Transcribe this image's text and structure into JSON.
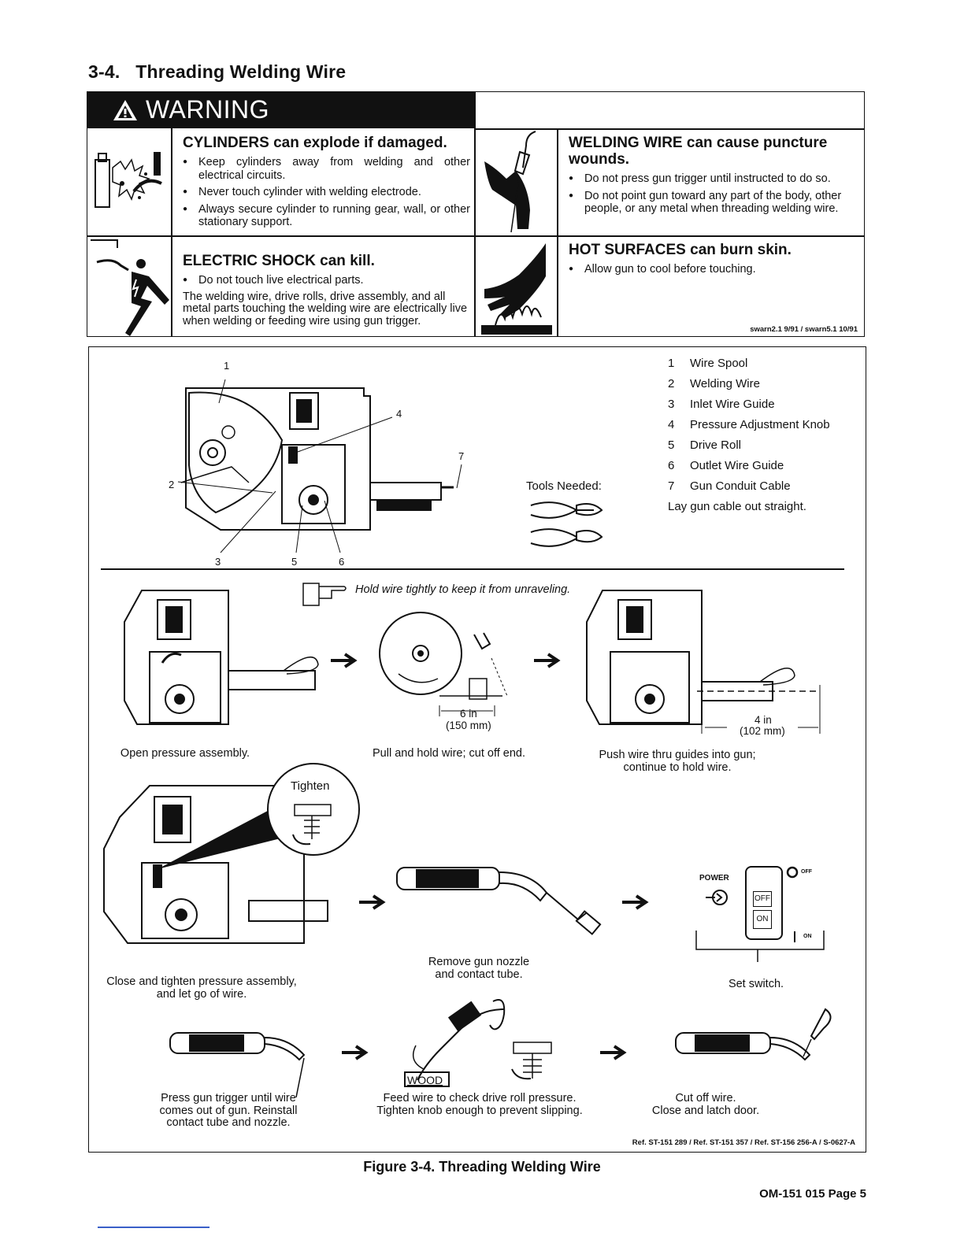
{
  "section": {
    "number": "3-4.",
    "title": "Threading Welding Wire"
  },
  "warning": {
    "banner": "WARNING",
    "hazards": [
      {
        "title": "CYLINDERS can explode if damaged.",
        "bullets": [
          "Keep cylinders away from welding and other electrical circuits.",
          "Never touch cylinder with welding electrode.",
          "Always secure cylinder to running gear, wall, or other stationary support."
        ]
      },
      {
        "title": "WELDING WIRE can cause puncture wounds.",
        "bullets": [
          "Do not press gun trigger until instructed to do so.",
          "Do not point gun toward any part of the body, other people, or any metal when threading welding wire."
        ]
      },
      {
        "title": "ELECTRIC SHOCK can kill.",
        "bullets": [
          "Do not touch live electrical parts."
        ],
        "text": "The welding wire, drive rolls, drive assembly, and all metal parts touching the welding wire are electrically live when welding or feeding wire using gun trigger."
      },
      {
        "title": "HOT SURFACES can burn skin.",
        "bullets": [
          "Allow gun to cool before touching."
        ]
      }
    ],
    "ref": "swarn2.1 9/91 / swarn5.1 10/91"
  },
  "legend": {
    "items": [
      {
        "n": "1",
        "label": "Wire Spool"
      },
      {
        "n": "2",
        "label": "Welding Wire"
      },
      {
        "n": "3",
        "label": "Inlet Wire Guide"
      },
      {
        "n": "4",
        "label": "Pressure Adjustment Knob"
      },
      {
        "n": "5",
        "label": "Drive Roll"
      },
      {
        "n": "6",
        "label": "Outlet Wire Guide"
      },
      {
        "n": "7",
        "label": "Gun Conduit Cable"
      }
    ],
    "note": "Lay gun cable out straight.",
    "tools": "Tools Needed:",
    "callouts": [
      "1",
      "2",
      "3",
      "4",
      "5",
      "6",
      "7"
    ]
  },
  "steps": {
    "hold_note": "Hold wire tightly to keep it from unraveling.",
    "open": "Open pressure assembly.",
    "pull": "Pull and hold wire; cut off end.",
    "cut_len_1": "6 in",
    "cut_len_2": "(150 mm)",
    "push_1": "Push wire thru guides into gun;",
    "push_2": "continue to hold wire.",
    "push_len_1": "4 in",
    "push_len_2": "(102 mm)",
    "tighten": "Tighten",
    "close_1": "Close and tighten pressure assembly,",
    "close_2": "and let go of wire.",
    "remove_1": "Remove gun nozzle",
    "remove_2": "and contact tube.",
    "power": "POWER",
    "off_small": "OFF",
    "off": "OFF",
    "on": "ON",
    "on_small": "ON",
    "set": "Set switch.",
    "press_1": "Press gun trigger until wire",
    "press_2": "comes out of gun. Reinstall",
    "press_3": "contact tube and nozzle.",
    "wood": "WOOD",
    "feed_1": "Feed wire to check drive roll pressure.",
    "feed_2": "Tighten knob enough to prevent slipping.",
    "cutoff_1": "Cut off wire.",
    "cutoff_2": "Close and latch door."
  },
  "figure_ref": "Ref. ST-151 289 / Ref. ST-151 357 / Ref. ST-156 256-A / S-0627-A",
  "figure_caption": "Figure 3-4. Threading Welding Wire",
  "page_number": "OM-151 015 Page 5"
}
